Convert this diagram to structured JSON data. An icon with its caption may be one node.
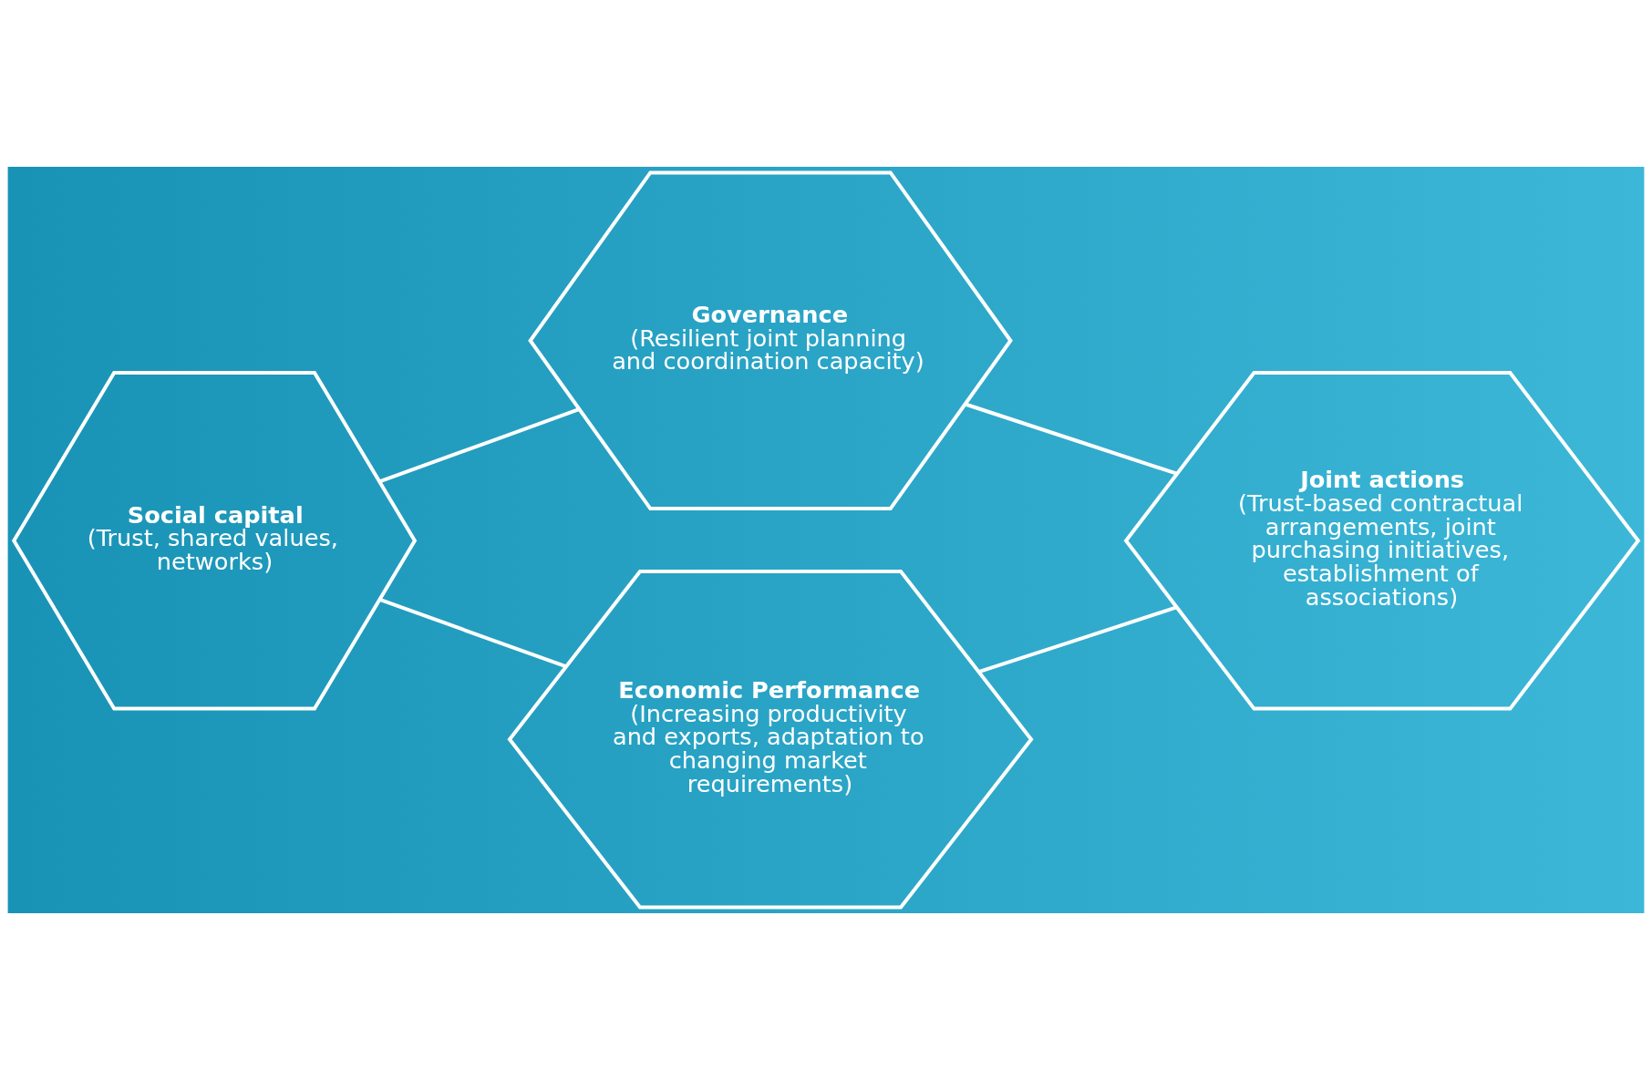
{
  "diagram": {
    "nodes": [
      {
        "text": [
          "Social capital",
          "(Trust, shared values, networks)"
        ]
      },
      {
        "text": [
          "Governance",
          "(Resilient joint planning and coordination capacity)"
        ]
      },
      {
        "text": [
          "Economic Performance",
          "(Increasing productivity and exports, adaptation to changing market requirements)"
        ]
      },
      {
        "text": [
          "Joint actions",
          "(Trust-based contractual arrangements, joint purchasing initiatives, establishment of associations)"
        ]
      }
    ],
    "edges": [
      {
        "from": 0,
        "to": 1,
        "arrow": "none"
      },
      {
        "from": 0,
        "to": 2,
        "arrow": "none"
      },
      {
        "from": 1,
        "to": 3,
        "arrow": "none"
      },
      {
        "from": 2,
        "to": 3,
        "arrow": "none"
      }
    ]
  }
}
